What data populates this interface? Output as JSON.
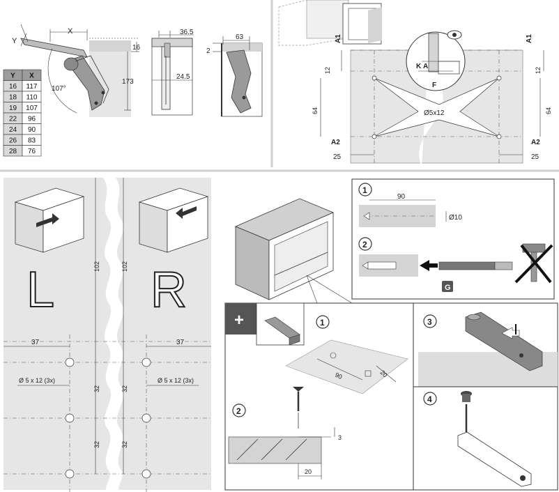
{
  "hinge_panel": {
    "dim_x": "X",
    "dim_y": "Y",
    "angle": "107°",
    "dim_16": "16",
    "dim_173": "173",
    "dim_36_5": "36.5",
    "dim_24_5": "24.5",
    "dim_63": "63",
    "dim_2": "2",
    "table": {
      "headers": [
        "Y",
        "X"
      ],
      "rows": [
        [
          "16",
          "117"
        ],
        [
          "18",
          "110"
        ],
        [
          "19",
          "107"
        ],
        [
          "22",
          "96"
        ],
        [
          "24",
          "90"
        ],
        [
          "26",
          "83"
        ],
        [
          "28",
          "76"
        ]
      ]
    }
  },
  "drill_panel": {
    "a1_left": "A1",
    "a1_right": "A1",
    "a2_left": "A2",
    "a2_right": "A2",
    "k": "K",
    "a": "A",
    "f": "F",
    "dim_12_left": "12",
    "dim_12_right": "12",
    "dim_64_left": "64",
    "dim_64_right": "64",
    "hole": "Ø5x12",
    "dim_25_left": "25",
    "dim_25_right": "25"
  },
  "template_panel": {
    "left_letter": "L",
    "right_letter": "R",
    "dim_102_left": "102",
    "dim_102_right": "102",
    "dim_37_left": "37",
    "dim_37_right": "37",
    "hole_left": "Ø 5 x 12 (3x)",
    "hole_right": "Ø 5 x 12 (3x)",
    "dim_32_a": "32",
    "dim_32_b": "32",
    "dim_32_c": "32",
    "dim_32_d": "32"
  },
  "steps_panel": {
    "step1_num": "1",
    "step2_num": "2",
    "dim_90": "90",
    "dim_d10": "Ø10",
    "tool_label": "G",
    "plus": "+",
    "sub1_num": "1",
    "sub1_dim_90": "90",
    "sub1_dim_20": "20",
    "sub2_num": "2",
    "sub2_dim_3": "3",
    "sub2_dim_20": "20",
    "step3_num": "3",
    "step4_num": "4"
  }
}
